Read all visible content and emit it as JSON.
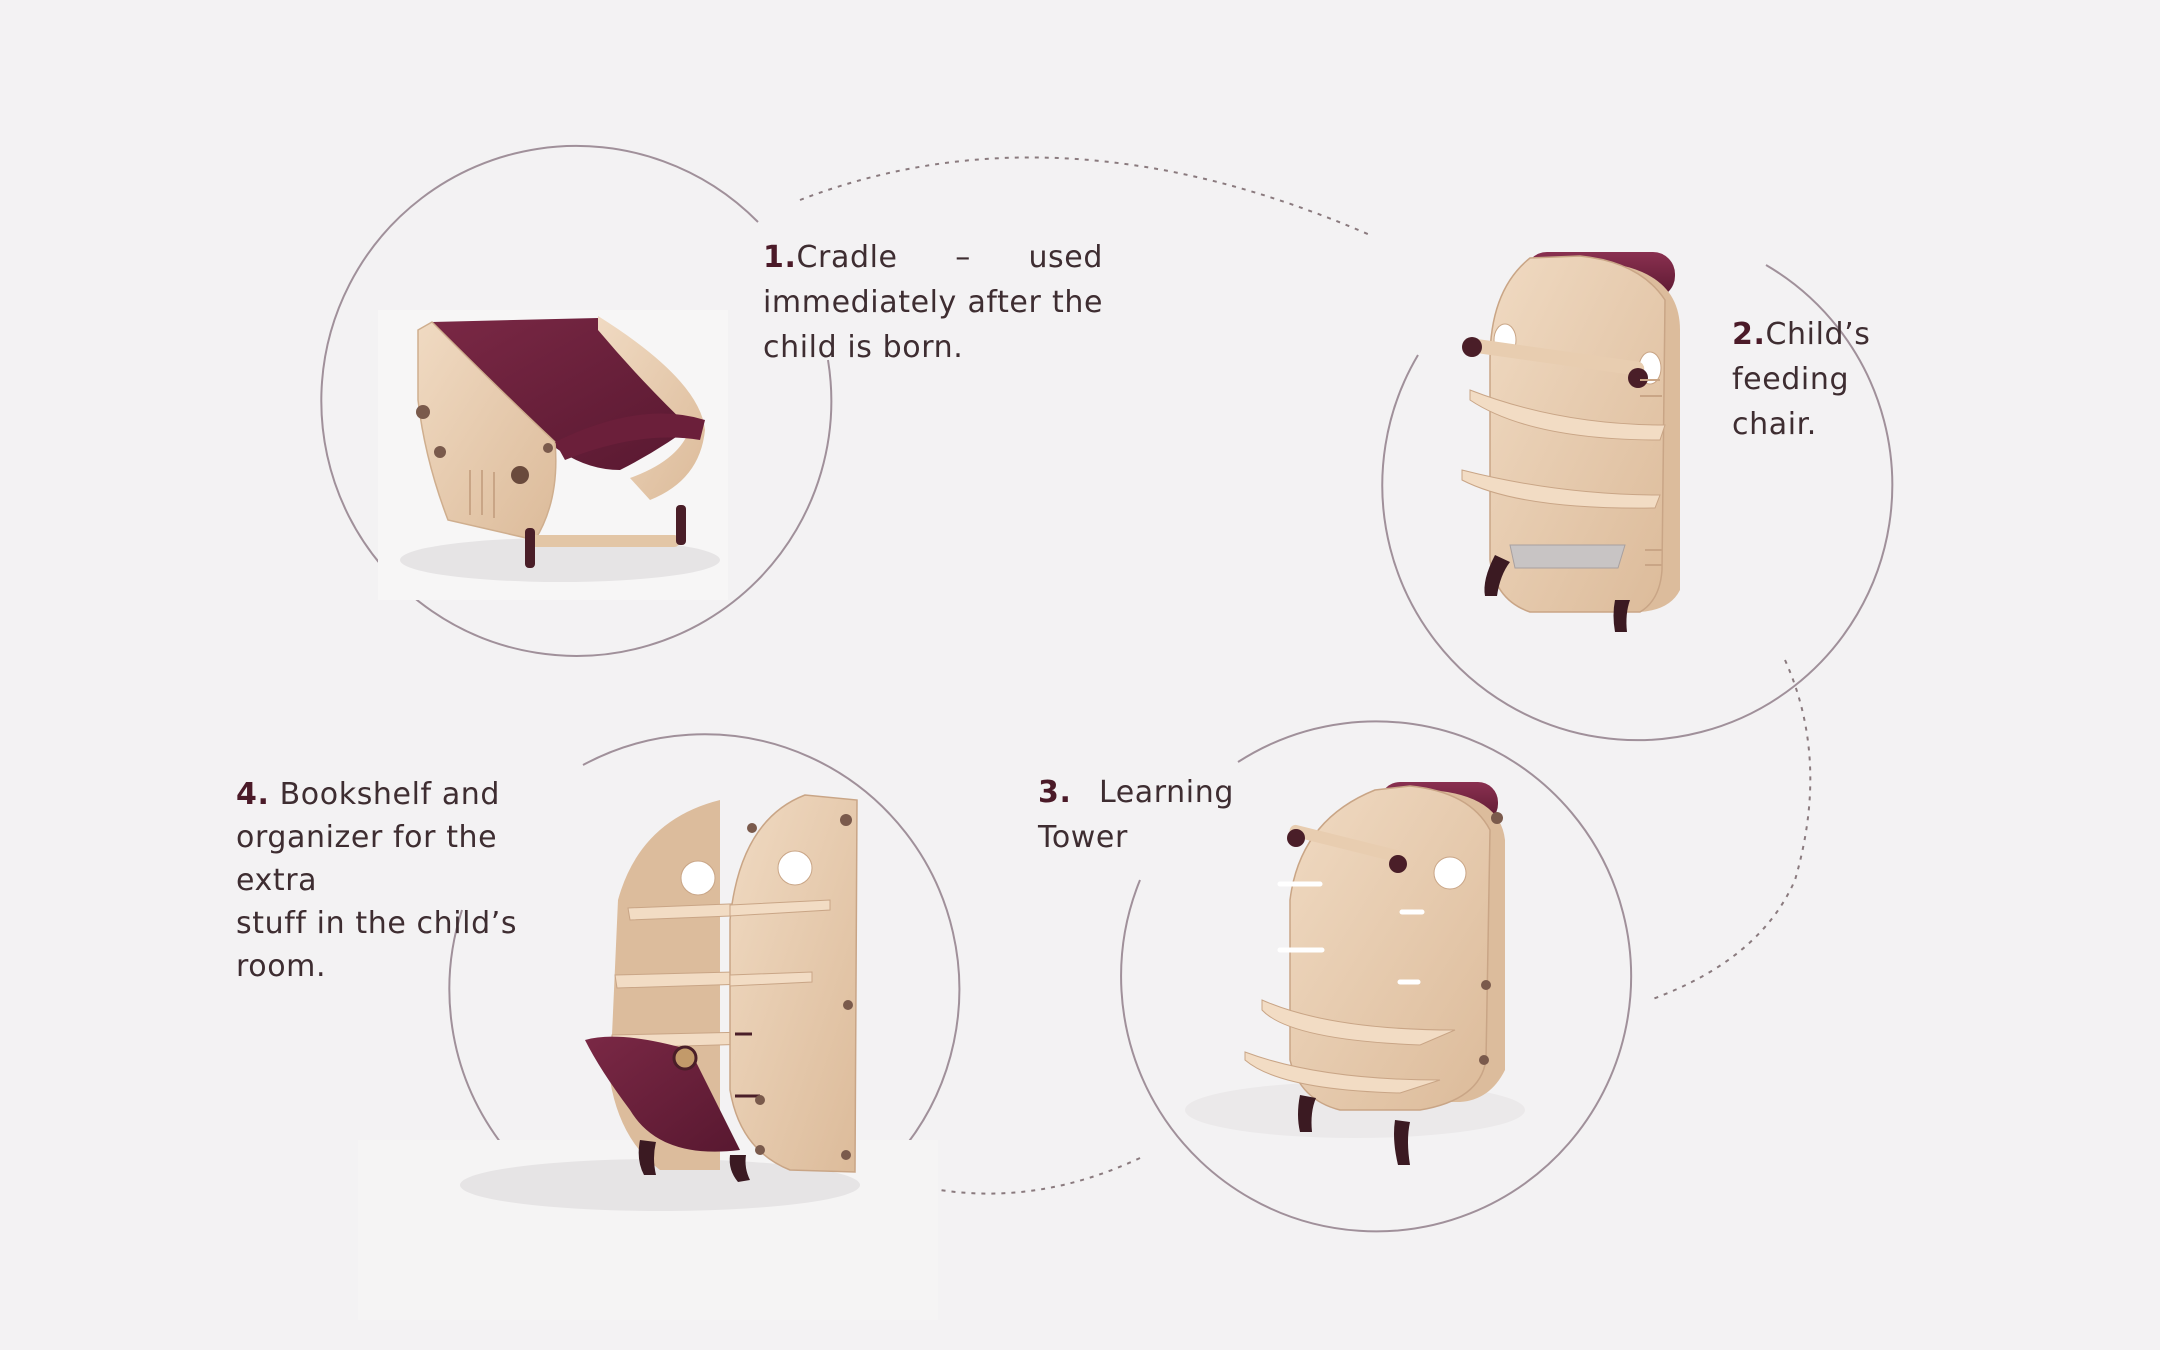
{
  "stages": [
    {
      "id": "cradle",
      "number": "1.",
      "lines": [
        "Cradle – used",
        "immediately after the",
        "child is born."
      ]
    },
    {
      "id": "feeding-chair",
      "number": "2.",
      "lines": [
        "Child’s feeding",
        "chair."
      ]
    },
    {
      "id": "learning-tower",
      "number": "3.",
      "lines": [
        "Learning",
        "Tower"
      ]
    },
    {
      "id": "bookshelf",
      "number": "4.",
      "lines": [
        "Bookshelf and",
        "organizer for the extra",
        "stuff in the child’s room."
      ]
    }
  ],
  "colors": {
    "background": "#f3f2f3",
    "wood": "#e8cdb0",
    "wood_shadow": "#d4b292",
    "fabric": "#6a1f3a",
    "legs": "#3b1a22",
    "circle_stroke": "#9a8a8e",
    "dotted_path": "#8a7a7e"
  },
  "icons": [
    "cradle-illustration",
    "feeding-chair-illustration",
    "learning-tower-illustration",
    "bookshelf-illustration"
  ]
}
